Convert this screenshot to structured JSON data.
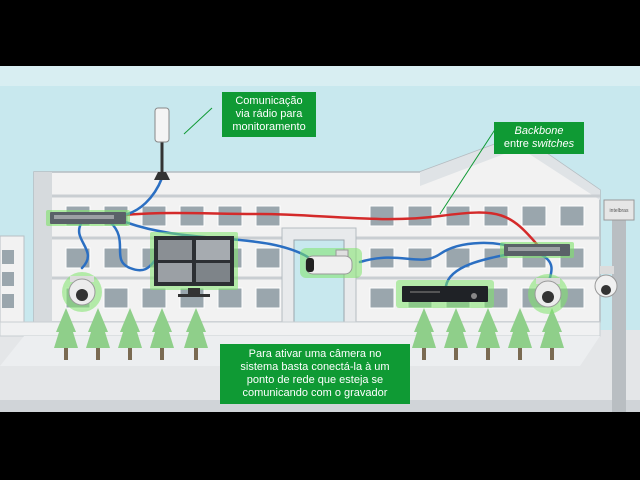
{
  "colors": {
    "sky": "#c8e8ee",
    "building": "#f2f2f2",
    "window": "#9aa6ad",
    "cable_blue": "#2b6fc2",
    "cable_red": "#d42a2a",
    "callout_bg": "#0f9a34",
    "device_glow": "#7fe36b",
    "tree": "#8fcf8a"
  },
  "callouts": {
    "radio": {
      "lines": [
        "Comunicação",
        "via rádio para",
        "monitoramento"
      ]
    },
    "backbone": {
      "line1_italic": "Backbone",
      "line2_plain": "entre ",
      "line2_italic": "switches"
    },
    "camera_info": {
      "lines": [
        "Para ativar uma câmera no",
        "sistema basta conectá-la à um",
        "ponto de rede que esteja se",
        "comunicando com o gravador"
      ]
    }
  },
  "devices": [
    {
      "name": "radio-antenna-icon"
    },
    {
      "name": "network-switch-left-icon"
    },
    {
      "name": "network-switch-right-icon"
    },
    {
      "name": "monitor-icon"
    },
    {
      "name": "bullet-camera-icon"
    },
    {
      "name": "dome-camera-left-icon"
    },
    {
      "name": "dome-camera-right-icon"
    },
    {
      "name": "nvr-recorder-icon"
    },
    {
      "name": "pole-camera-icon"
    }
  ],
  "brand_label": "intelbras"
}
